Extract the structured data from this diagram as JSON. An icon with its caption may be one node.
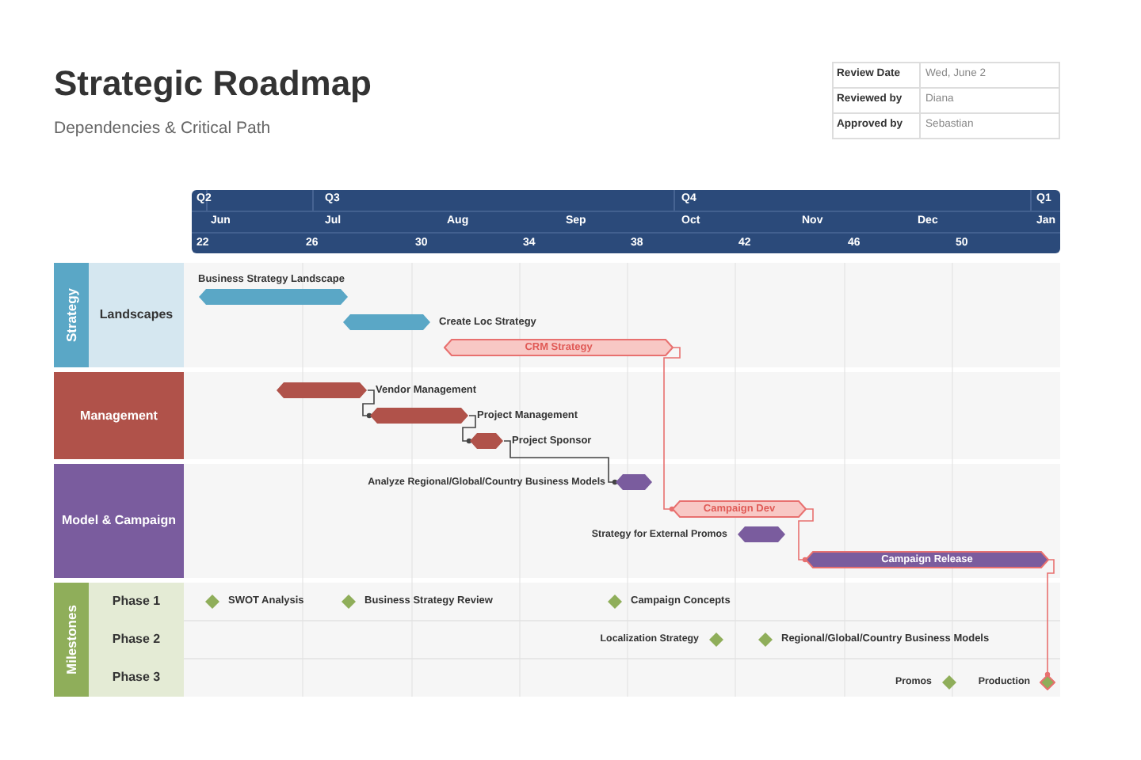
{
  "diagram": {
    "title": "Strategic Roadmap",
    "caption": "Dependencies & Critical Path",
    "nodes": [
      {
        "text": [
          "Strategy"
        ]
      },
      {
        "text": [
          "Landscapes"
        ]
      },
      {
        "text": [
          "Management"
        ]
      },
      {
        "text": [
          "Model & Campaign"
        ]
      },
      {
        "text": [
          "Milestones"
        ]
      },
      {
        "text": [
          "Phase 1"
        ]
      },
      {
        "text": [
          "Phase 2"
        ]
      },
      {
        "text": [
          "Phase 3"
        ]
      },
      {
        "text": [
          "Business Strategy Landscape"
        ]
      },
      {
        "text": [
          "Create Loc Strategy"
        ]
      },
      {
        "text": [
          "CRM Strategy"
        ]
      },
      {
        "text": [
          "Vendor Management"
        ]
      },
      {
        "text": [
          "Project Management"
        ]
      },
      {
        "text": [
          "Project Sponsor"
        ]
      },
      {
        "text": [
          "Analyze Regional/Global/Country Business Models"
        ]
      },
      {
        "text": [
          "Campaign Dev"
        ]
      },
      {
        "text": [
          "Strategy for External Promos"
        ]
      },
      {
        "text": [
          "Campaign Release"
        ]
      },
      {
        "text": [
          "SWOT Analysis"
        ]
      },
      {
        "text": [
          "Business Strategy Review"
        ]
      },
      {
        "text": [
          "Campaign Concepts"
        ]
      },
      {
        "text": [
          "Localization Strategy"
        ]
      },
      {
        "text": [
          "Regional/Global/Country Business Models"
        ]
      },
      {
        "text": [
          "Promos"
        ]
      },
      {
        "text": [
          "Production"
        ]
      }
    ],
    "edges": [
      {
        "from": 11,
        "to": 12,
        "arrow": "other"
      },
      {
        "from": 12,
        "to": 13,
        "arrow": "other"
      },
      {
        "from": 13,
        "to": 14,
        "arrow": "other"
      },
      {
        "from": 10,
        "to": 15,
        "arrow": "other",
        "color": "#e8706f"
      },
      {
        "from": 15,
        "to": 17,
        "arrow": "other",
        "color": "#e8706f"
      },
      {
        "from": 17,
        "to": 24,
        "arrow": "other",
        "color": "#e8706f"
      }
    ],
    "labels": [
      "Review Date",
      "Wed, June 2",
      "Reviewed by",
      "Diana",
      "Approved by",
      "Sebastian",
      "Q2",
      "Q3",
      "Q4",
      "Q1",
      "Jun",
      "Jul",
      "Aug",
      "Sep",
      "Oct",
      "Nov",
      "Dec",
      "Jan",
      "22",
      "26",
      "30",
      "34",
      "38",
      "42",
      "46",
      "50"
    ]
  }
}
